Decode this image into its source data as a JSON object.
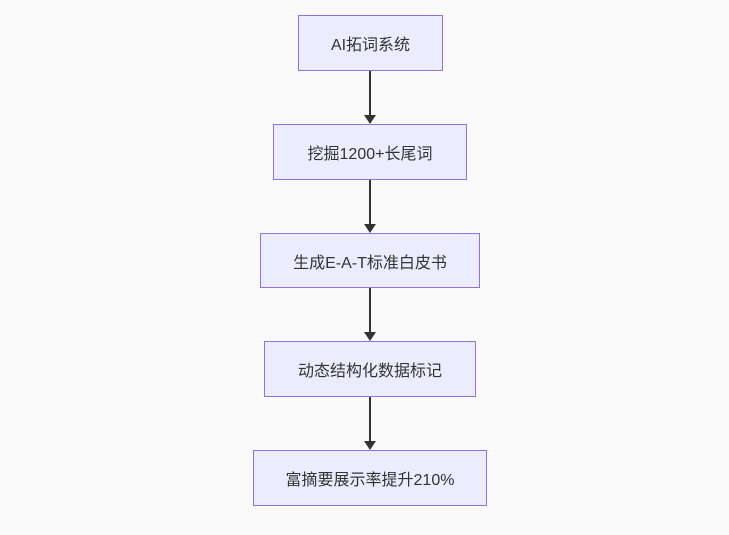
{
  "page": {
    "background": "#fafafa"
  },
  "colors": {
    "node_fill": "#ececff",
    "node_border": "#9370db",
    "edge": "#333333",
    "text": "#333333"
  },
  "diagram": {
    "type": "flowchart",
    "direction": "top-to-bottom",
    "nodes": [
      {
        "id": "A",
        "label": "AI拓词系统"
      },
      {
        "id": "B",
        "label": "挖掘1200+长尾词"
      },
      {
        "id": "C",
        "label": "生成E-A-T标准白皮书"
      },
      {
        "id": "D",
        "label": "动态结构化数据标记"
      },
      {
        "id": "E",
        "label": "富摘要展示率提升210%"
      }
    ],
    "edges": [
      {
        "from": "A",
        "to": "B",
        "style": "arrow-down"
      },
      {
        "from": "B",
        "to": "C",
        "style": "arrow-down"
      },
      {
        "from": "C",
        "to": "D",
        "style": "arrow-down"
      },
      {
        "from": "D",
        "to": "E",
        "style": "arrow-down"
      }
    ]
  }
}
